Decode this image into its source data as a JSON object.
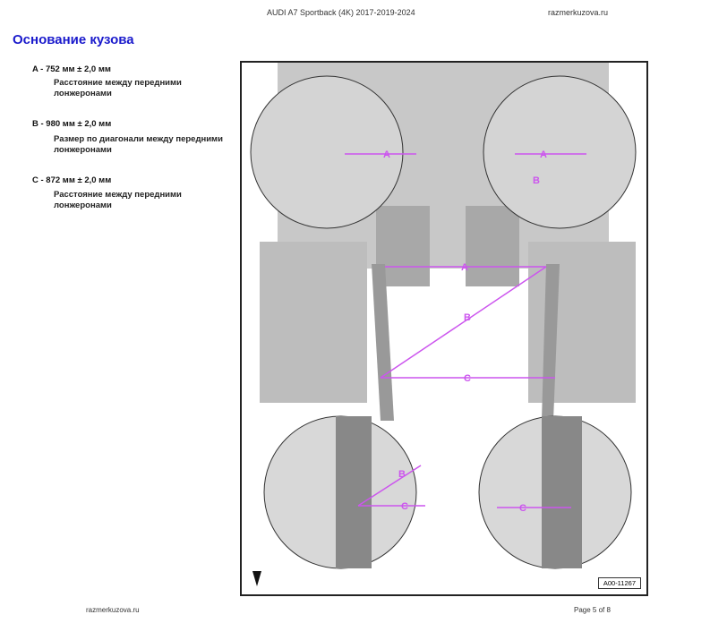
{
  "header": {
    "doc_title": "AUDI A7 Sportback (4K) 2017-2019-2024",
    "site": "razmerkuzova.ru"
  },
  "page_title": "Основание кузова",
  "specs": [
    {
      "label": "A - 752 мм ± 2,0 мм",
      "desc": "Расстояние между передними лонжеронами"
    },
    {
      "label": "B - 980 мм ± 2,0 мм",
      "desc": "Размер по диагонали между передними лонжеронами"
    },
    {
      "label": "C - 872 мм ± 2,0 мм",
      "desc": "Расстояние между передними лонжеронами"
    }
  ],
  "figure": {
    "code": "A00-11267",
    "markers": {
      "a": "A",
      "b": "B",
      "c": "C"
    }
  },
  "footer": {
    "site": "razmerkuzova.ru",
    "page": "Page 5 of 8"
  },
  "colors": {
    "title": "#1a1acc",
    "measure": "#cc55ee"
  }
}
